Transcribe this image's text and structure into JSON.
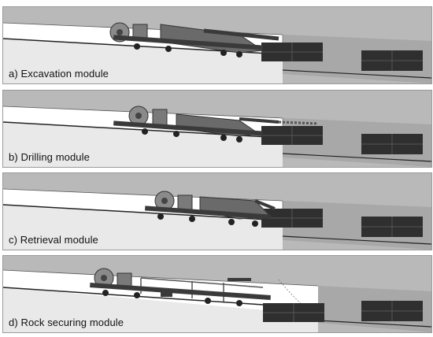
{
  "figure": {
    "panels": [
      {
        "caption": "a)  Excavation module",
        "module": "excavation"
      },
      {
        "caption": "b)  Drilling module",
        "module": "drilling"
      },
      {
        "caption": "c)  Retrieval module",
        "module": "retrieval"
      },
      {
        "caption": "d)  Rock securing module",
        "module": "rock-securing"
      }
    ],
    "colors": {
      "rock": "#b9b9b9",
      "rock_far": "#a8a8a8",
      "tunnel": "#ffffff",
      "wall_line": "#2a2a2a",
      "machine": "#6a6a6a",
      "machine_dark": "#3a3a3a",
      "block": "#2f2f2f"
    }
  }
}
